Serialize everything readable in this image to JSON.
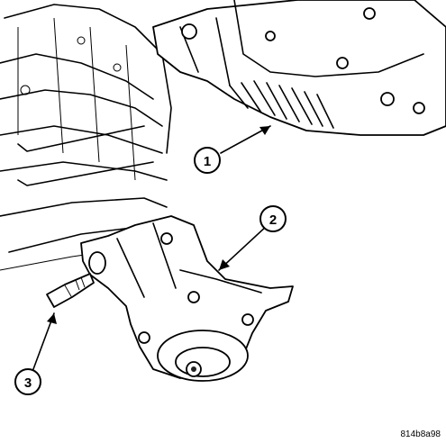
{
  "callouts": [
    {
      "label": "1"
    },
    {
      "label": "2"
    },
    {
      "label": "3"
    }
  ],
  "figure_id": "814b8a98"
}
